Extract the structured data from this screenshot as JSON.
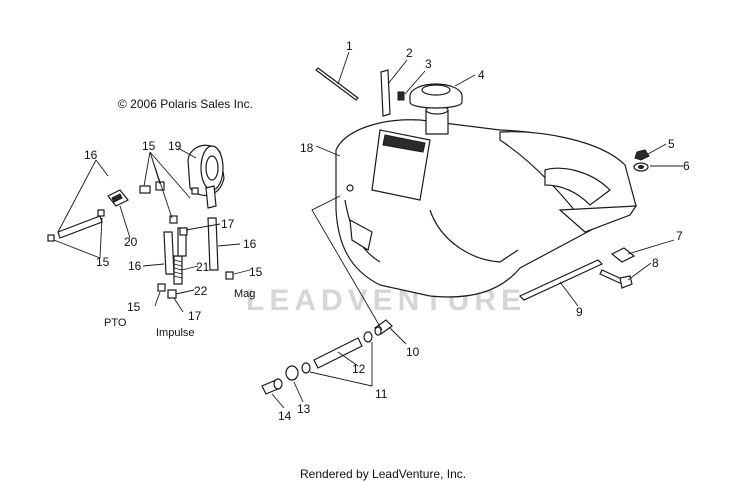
{
  "copyright": "© 2006 Polaris Sales Inc.",
  "footer": "Rendered by LeadVenture, Inc.",
  "watermark": "LEADVENTURE",
  "labels": {
    "mag": "Mag",
    "pto": "PTO",
    "impulse": "Impulse"
  },
  "callouts": [
    "1",
    "2",
    "3",
    "4",
    "5",
    "6",
    "7",
    "8",
    "9",
    "10",
    "11",
    "12",
    "13",
    "14",
    "15",
    "15",
    "15",
    "15",
    "15",
    "16",
    "16",
    "16",
    "17",
    "17",
    "18",
    "19",
    "20",
    "21",
    "22"
  ]
}
